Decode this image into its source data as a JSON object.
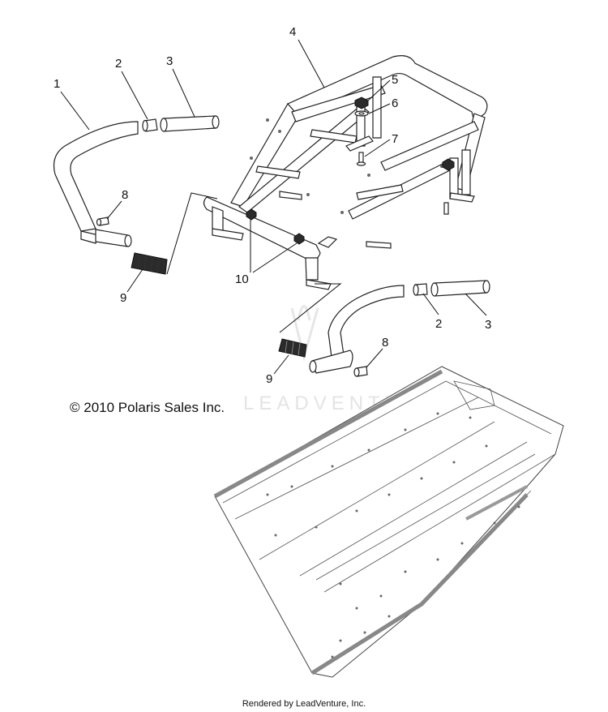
{
  "callouts": {
    "c1": "1",
    "c2a": "2",
    "c3a": "3",
    "c4": "4",
    "c5": "5",
    "c6": "6",
    "c7": "7",
    "c8a": "8",
    "c9a": "9",
    "c10": "10",
    "c2b": "2",
    "c3b": "3",
    "c8b": "8",
    "c9b": "9"
  },
  "copyright": "© 2010 Polaris Sales Inc.",
  "watermark": "LEADVENTURE",
  "footer": "Rendered by LeadVenture, Inc."
}
